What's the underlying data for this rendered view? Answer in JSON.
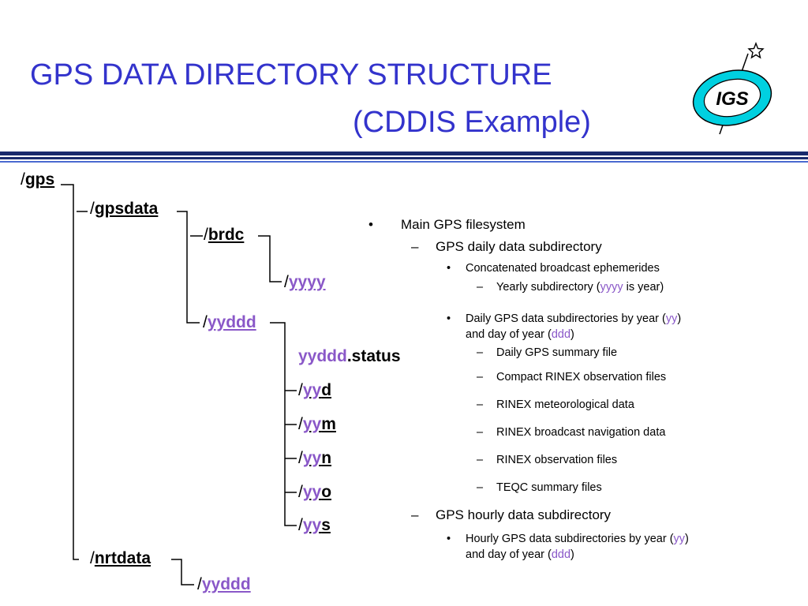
{
  "title": {
    "line1": "GPS DATA DIRECTORY STRUCTURE",
    "line2": "(CDDIS Example)"
  },
  "logo": {
    "text": "IGS"
  },
  "tree": {
    "gps": {
      "slash": "/",
      "name": "gps"
    },
    "gpsdata": {
      "slash": "/",
      "name": "gpsdata"
    },
    "brdc": {
      "slash": "/",
      "name": "brdc"
    },
    "yyyy": {
      "slash": "/",
      "name": "yyyy"
    },
    "yyddd": {
      "slash": "/",
      "name": "yyddd"
    },
    "status": {
      "name": "yyddd",
      "suffix": ".status"
    },
    "yyd": {
      "slash": "/",
      "prefix": "yy",
      "suffix": "d"
    },
    "yym": {
      "slash": "/",
      "prefix": "yy",
      "suffix": "m"
    },
    "yyn": {
      "slash": "/",
      "prefix": "yy",
      "suffix": "n"
    },
    "yyo": {
      "slash": "/",
      "prefix": "yy",
      "suffix": "o"
    },
    "yys": {
      "slash": "/",
      "prefix": "yy",
      "suffix": "s"
    },
    "nrtdata": {
      "slash": "/",
      "name": "nrtdata"
    },
    "nrt_yyddd": {
      "slash": "/",
      "name": "yyddd"
    }
  },
  "bullets": {
    "b1": {
      "marker": "•",
      "text": "Main GPS filesystem"
    },
    "b2": {
      "marker": "–",
      "text": "GPS daily data subdirectory"
    },
    "b3": {
      "marker": "•",
      "text": "Concatenated broadcast ephemerides"
    },
    "b4": {
      "marker": "–",
      "pre": "Yearly subdirectory (",
      "hl": "yyyy",
      "post": " is year)"
    },
    "b5": {
      "marker": "•",
      "pre": "Daily GPS data subdirectories by year (",
      "hl": "yy",
      "post": ")",
      "pre2": "and day of year (",
      "hl2": "ddd",
      "post2": ")"
    },
    "b6": {
      "marker": "–",
      "text": "Daily GPS summary file"
    },
    "b7": {
      "marker": "–",
      "text": "Compact RINEX observation files"
    },
    "b8": {
      "marker": "–",
      "text": "RINEX meteorological data"
    },
    "b9": {
      "marker": "–",
      "text": "RINEX broadcast navigation data"
    },
    "b10": {
      "marker": "–",
      "text": "RINEX observation files"
    },
    "b11": {
      "marker": "–",
      "text": "TEQC summary files"
    },
    "b12": {
      "marker": "–",
      "text": "GPS hourly data subdirectory"
    },
    "b13": {
      "marker": "•",
      "pre": "Hourly GPS data subdirectories by year (",
      "hl": "yy",
      "post": ")",
      "pre2": "and day of year (",
      "hl2": "ddd",
      "post2": ")"
    }
  }
}
